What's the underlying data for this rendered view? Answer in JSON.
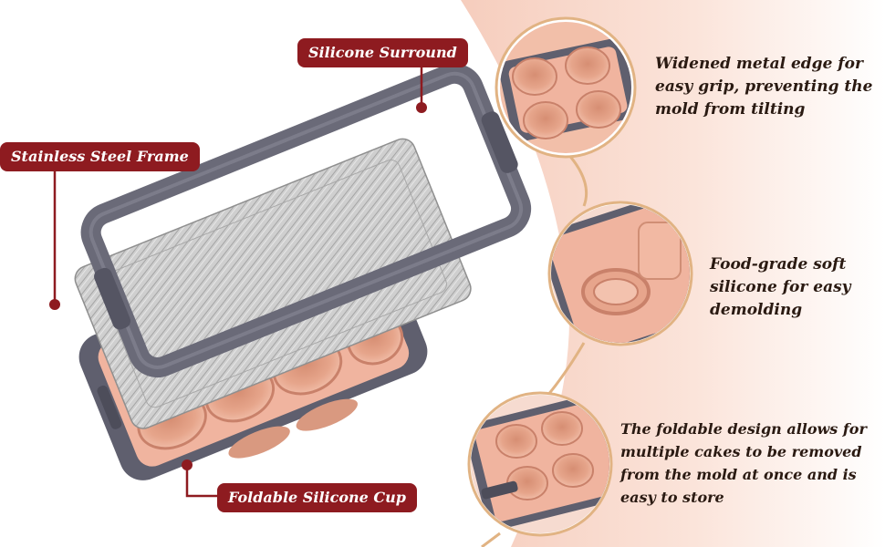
{
  "callouts": {
    "silicone_surround": "Silicone Surround",
    "stainless_frame": "Stainless Steel Frame",
    "foldable_cup": "Foldable Silicone Cup"
  },
  "features": [
    {
      "lines": [
        "Widened metal edge for",
        "easy grip, preventing the",
        "mold from tilting"
      ]
    },
    {
      "lines": [
        "Food-grade soft",
        "silicone for easy",
        "demolding"
      ]
    },
    {
      "lines": [
        "The foldable design allows for",
        "multiple cakes to be removed",
        "from the mold at once and is",
        "easy to store"
      ]
    }
  ],
  "colors": {
    "label_bg": "#8e1b20",
    "label_text": "#ffffff",
    "tray_gray": "#5f5f6e",
    "silicone_pink": "#e9ab95",
    "background_blush": "#f8d8cc",
    "gold_accent": "#e1b383"
  }
}
